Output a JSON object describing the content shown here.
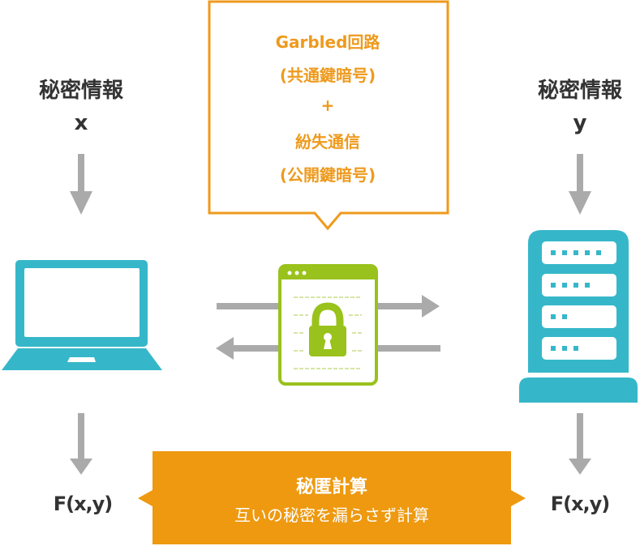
{
  "colors": {
    "accent_orange": "#ee9a1d",
    "banner_orange": "#ee990f",
    "device_teal": "#36b7c9",
    "secure_green": "#99c21c",
    "arrow_gray": "#aaaaaa",
    "text_dark": "#333333"
  },
  "callout": {
    "lines": [
      "Garbled回路",
      "(共通鍵暗号)",
      "+",
      "紛失通信",
      "(公開鍵暗号)"
    ]
  },
  "left_party": {
    "title": "秘密情報",
    "variable": "x",
    "device_icon": "laptop-icon",
    "result": "F(x,y)"
  },
  "right_party": {
    "title": "秘密情報",
    "variable": "y",
    "device_icon": "server-icon",
    "result": "F(x,y)"
  },
  "channel": {
    "icon": "secure-window-lock-icon",
    "arrows": [
      "arrow-right-icon",
      "arrow-left-icon"
    ]
  },
  "banner": {
    "title": "秘匿計算",
    "subtitle": "互いの秘密を漏らさず計算"
  }
}
